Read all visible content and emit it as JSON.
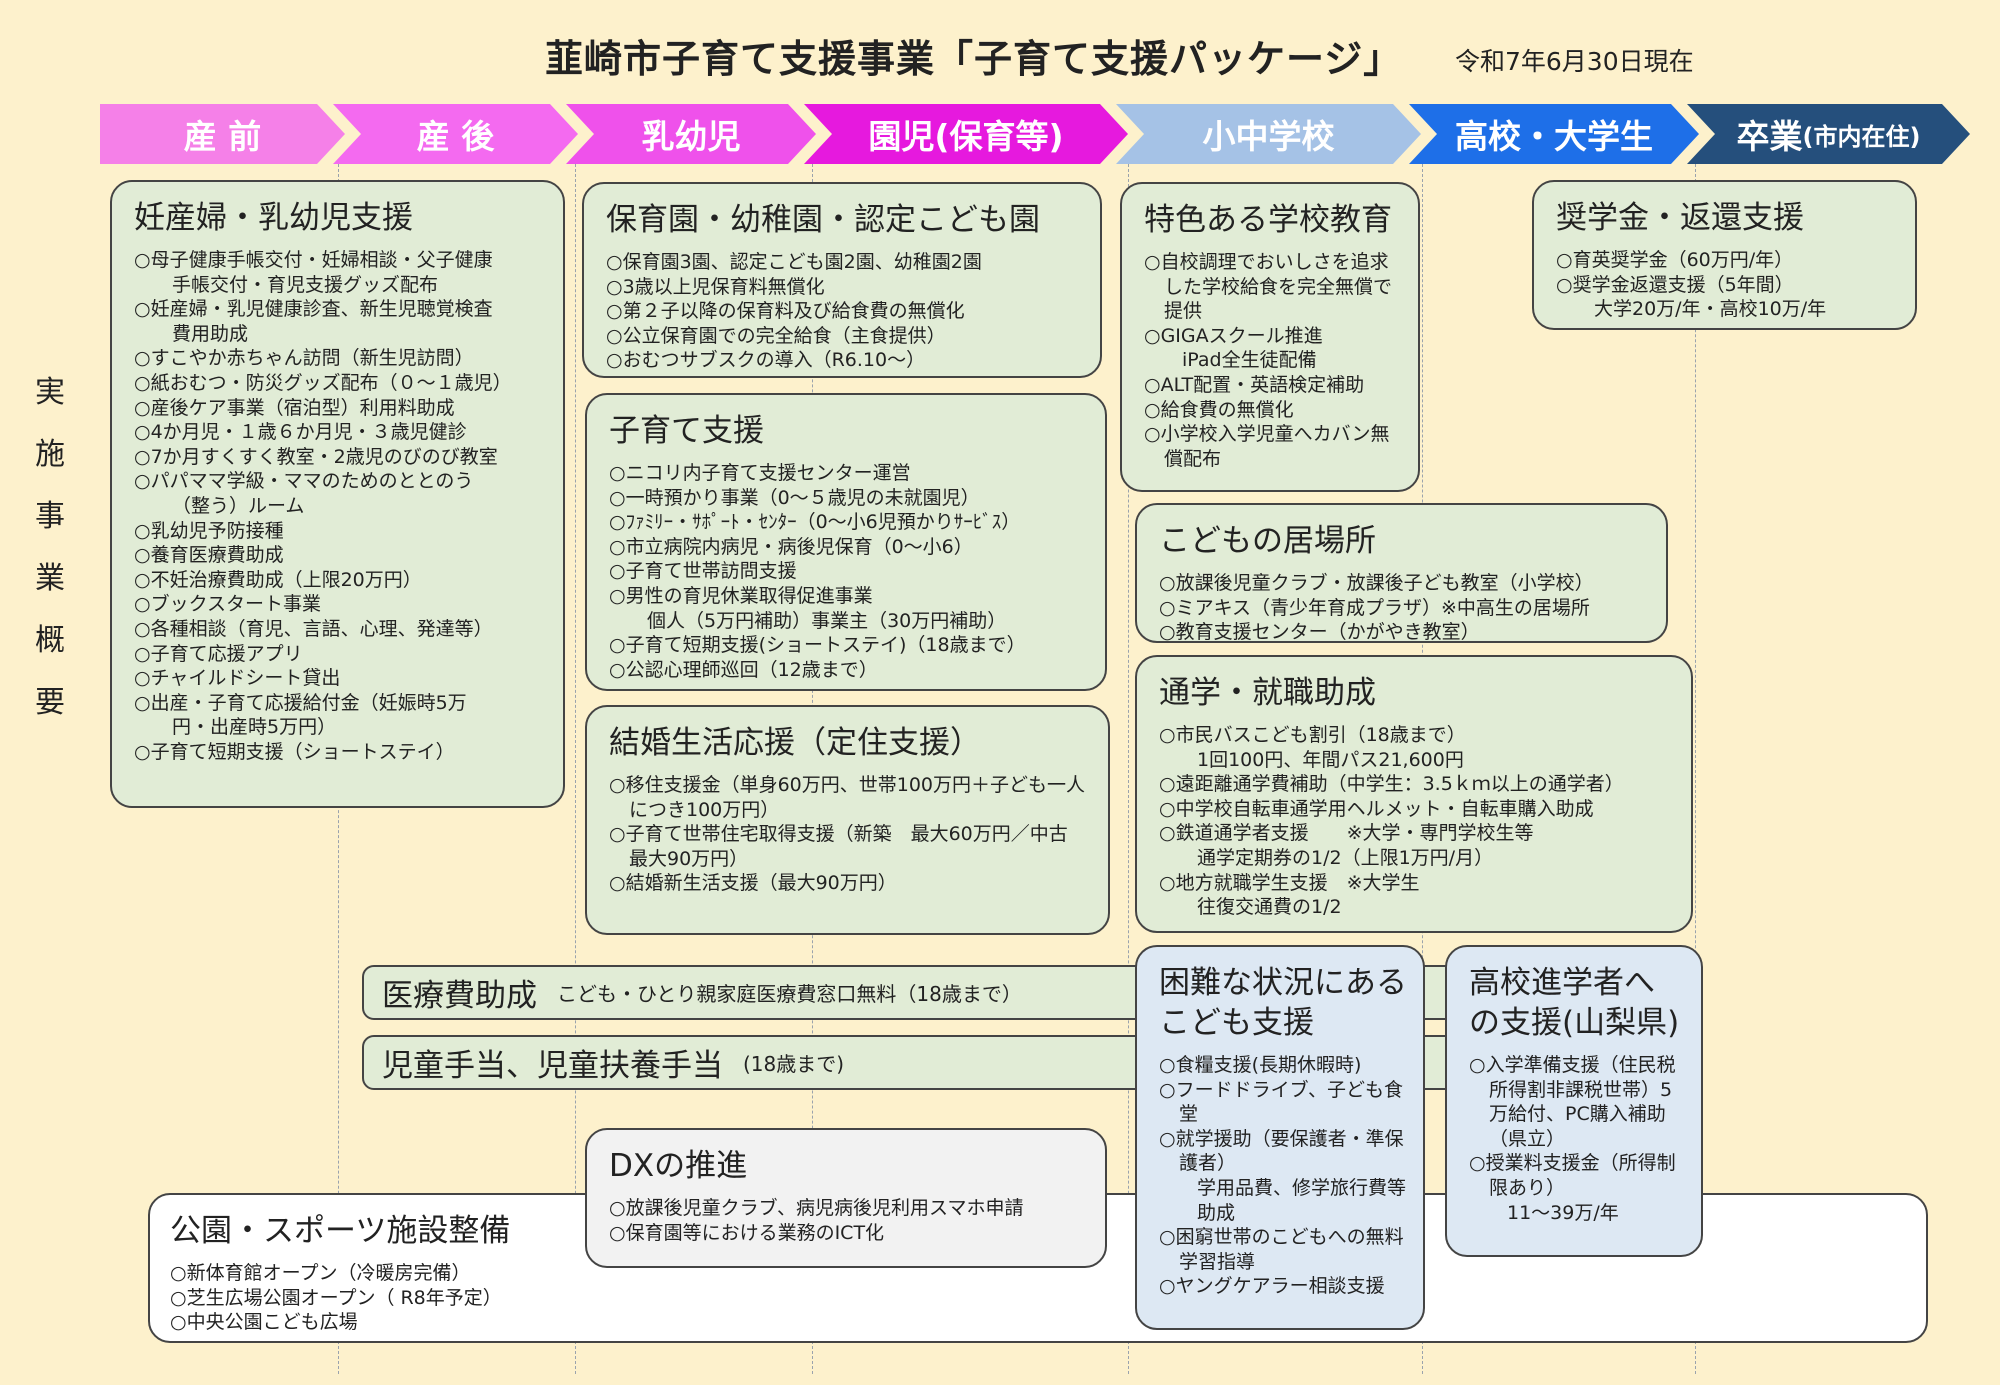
{
  "title": "韮崎市子育て支援事業「子育て支援パッケージ」",
  "date": "令和7年6月30日現在",
  "side_label": [
    "実",
    "施",
    "事",
    "業",
    "概",
    "要"
  ],
  "stages": [
    {
      "label": "産 前",
      "color": "#f580e8"
    },
    {
      "label": "産 後",
      "color": "#f46af0"
    },
    {
      "label": "乳幼児",
      "color": "#ef51eb"
    },
    {
      "label": "園児(保育等)",
      "color": "#e619de"
    },
    {
      "label": "小中学校",
      "color": "#a5c2e6"
    },
    {
      "label": "高校・大学生",
      "color": "#1e6fe8"
    },
    {
      "label": "卒業",
      "note": "(市内在住)",
      "color": "#254f7c"
    }
  ],
  "boxes": {
    "maternal": {
      "title": "妊産婦・乳幼児支援",
      "items": [
        {
          "text": "○母子健康手帳交付・妊婦相談・父子健康",
          "sub": "手帳交付・育児支援グッズ配布"
        },
        {
          "text": "○妊産婦・乳児健康診査、新生児聴覚検査",
          "sub": "費用助成"
        },
        {
          "text": "○すこやか赤ちゃん訪問（新生児訪問）"
        },
        {
          "text": "○紙おむつ・防災グッズ配布（０～１歳児）"
        },
        {
          "text": "○産後ケア事業（宿泊型）利用料助成"
        },
        {
          "text": "○4か月児・１歳６か月児・３歳児健診"
        },
        {
          "text": "○7か月すくすく教室・2歳児のびのび教室"
        },
        {
          "text": "○パパママ学級・ママのためのととのう",
          "sub": "（整う）ルーム"
        },
        {
          "text": "○乳幼児予防接種"
        },
        {
          "text": "○養育医療費助成"
        },
        {
          "text": "○不妊治療費助成（上限20万円）"
        },
        {
          "text": "○ブックスタート事業"
        },
        {
          "text": "○各種相談（育児、言語、心理、発達等）"
        },
        {
          "text": "○子育て応援アプリ"
        },
        {
          "text": "○チャイルドシート貸出"
        },
        {
          "text": "○出産・子育て応援給付金（妊娠時5万",
          "sub": "円・出産時5万円）"
        },
        {
          "text": "○子育て短期支援（ショートステイ）"
        }
      ]
    },
    "nursery": {
      "title": "保育園・幼稚園・認定こども園",
      "items": [
        {
          "text": "○保育園3園、認定こども園2園、幼稚園2園"
        },
        {
          "text": "○3歳以上児保育料無償化"
        },
        {
          "text": "○第２子以降の保育料及び給食費の無償化"
        },
        {
          "text": "○公立保育園での完全給食（主食提供）"
        },
        {
          "text": "○おむつサブスクの導入（R6.10～）"
        }
      ]
    },
    "childcare": {
      "title": "子育て支援",
      "items": [
        {
          "text": "○ニコリ内子育て支援センター運営"
        },
        {
          "text": "○一時預かり事業（0～５歳児の未就園児）"
        },
        {
          "text": "○ﾌｧﾐﾘｰ・ｻﾎﾟｰﾄ・ｾﾝﾀｰ（0～小6児預かりｻｰﾋﾞｽ）"
        },
        {
          "text": "○市立病院内病児・病後児保育（0～小6）"
        },
        {
          "text": "○子育て世帯訪問支援"
        },
        {
          "text": "○男性の育児休業取得促進事業",
          "sub": "個人（5万円補助）事業主（30万円補助）"
        },
        {
          "text": "○子育て短期支援(ショートステイ)（18歳まで）"
        },
        {
          "text": "○公認心理師巡回（12歳まで）"
        }
      ]
    },
    "marriage": {
      "title": "結婚生活応援（定住支援）",
      "items": [
        {
          "text": "○移住支援金（単身60万円、世帯100万円＋子ども一人につき100万円）"
        },
        {
          "text": "○子育て世帯住宅取得支援（新築　最大60万円／中古　最大90万円）"
        },
        {
          "text": "○結婚新生活支援（最大90万円）"
        }
      ]
    },
    "school": {
      "title": "特色ある学校教育",
      "items": [
        {
          "text": "○自校調理でおいしさを追求した学校給食を完全無償で提供"
        },
        {
          "text": "○GIGAスクール推進",
          "sub": "iPad全生徒配備"
        },
        {
          "text": "○ALT配置・英語検定補助"
        },
        {
          "text": "○給食費の無償化"
        },
        {
          "text": "○小学校入学児童へカバン無償配布"
        }
      ]
    },
    "scholarship": {
      "title": "奨学金・返還支援",
      "items": [
        {
          "text": "○育英奨学金（60万円/年）"
        },
        {
          "text": "○奨学金返還支援（5年間）",
          "sub": "大学20万/年・高校10万/年"
        }
      ]
    },
    "place": {
      "title": "こどもの居場所",
      "items": [
        {
          "text": "○放課後児童クラブ・放課後子ども教室（小学校）"
        },
        {
          "text": "○ミアキス（青少年育成プラザ）※中高生の居場所"
        },
        {
          "text": "○教育支援センター（かがやき教室）"
        }
      ]
    },
    "commute": {
      "title": "通学・就職助成",
      "items": [
        {
          "text": "○市民バスこども割引（18歳まで）",
          "sub": "1回100円、年間パス21,600円"
        },
        {
          "text": "○遠距離通学費補助（中学生：3.5ｋｍ以上の通学者）"
        },
        {
          "text": "○中学校自転車通学用ヘルメット・自転車購入助成"
        },
        {
          "text": "○鉄道通学者支援　　※大学・専門学校生等",
          "sub": "通学定期券の1/2（上限1万円/月）"
        },
        {
          "text": "○地方就職学生支援　※大学生",
          "sub": "往復交通費の1/2"
        }
      ]
    },
    "difficult": {
      "title": "困難な状況にあるこども支援",
      "items": [
        {
          "text": "○食糧支援(長期休暇時)"
        },
        {
          "text": "○フードドライブ、子ども食堂"
        },
        {
          "text": "○就学援助（要保護者・準保護者）",
          "sub": "学用品費、修学旅行費等助成"
        },
        {
          "text": "○困窮世帯のこどもへの無料学習指導"
        },
        {
          "text": "○ヤングケアラー相談支援"
        }
      ]
    },
    "highschool": {
      "title": "高校進学者への支援(山梨県)",
      "items": [
        {
          "text": "○入学準備支援（住民税所得割非課税世帯）5万給付、PC購入補助（県立）"
        },
        {
          "text": "○授業料支援金（所得制限あり）",
          "sub": "11～39万/年"
        }
      ]
    },
    "dx": {
      "title": "DXの推進",
      "items": [
        {
          "text": "○放課後児童クラブ、病児病後児利用スマホ申請"
        },
        {
          "text": "○保育園等における業務のICT化"
        }
      ]
    },
    "park": {
      "title": "公園・スポーツ施設整備",
      "items": [
        {
          "text": "○新体育館オープン（冷暖房完備）"
        },
        {
          "text": "○芝生広場公園オープン（ R8年予定）"
        },
        {
          "text": "○中央公園こども広場"
        }
      ]
    }
  },
  "bars": {
    "medical": {
      "title": "医療費助成",
      "note": "こども・ひとり親家庭医療費窓口無料（18歳まで）"
    },
    "allowance": {
      "title": "児童手当、児童扶養手当",
      "note": "(18歳まで)"
    }
  }
}
